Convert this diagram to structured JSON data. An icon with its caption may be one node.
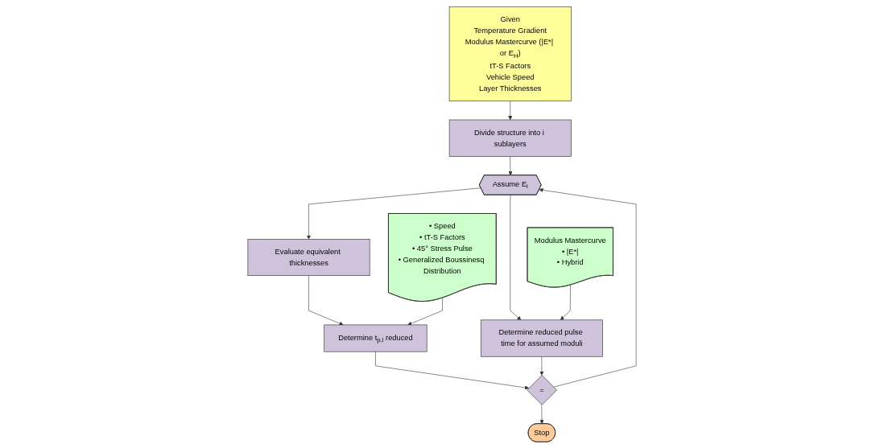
{
  "diagram": {
    "nodes": [
      {
        "text": [
          "Given",
          "Temperature Gradient",
          "Modulus Mastercurve (|E*| or E$_{H}$)",
          "tT-S Factors",
          "Vehicle Speed",
          "Layer Thicknesses"
        ]
      },
      {
        "text": [
          "Evaluate equivalent thicknesses"
        ]
      },
      {
        "text": [
          "• Speed",
          "• tT-S Factors",
          "• 45° Stress Pulse",
          "• Generalized Boussinesq Distribution"
        ]
      },
      {
        "text": [
          "Determine t$_{p,i}$ reduced"
        ]
      },
      {
        "text": [
          "Divide structure into i sublayers"
        ]
      },
      {
        "text": [
          "Assume E$_{i}$"
        ]
      },
      {
        "text": [
          "="
        ]
      },
      {
        "text": [
          "Stop"
        ]
      },
      {
        "text": [
          "Modulus Mastercurve",
          "• |E*|",
          "• Hybrid"
        ]
      },
      {
        "text": [
          "Determine reduced pulse time for assumed moduli"
        ]
      }
    ],
    "edges": [
      {
        "from": 0,
        "to": 4,
        "arrow": "to"
      },
      {
        "from": 4,
        "to": 5,
        "arrow": "to"
      },
      {
        "from": 5,
        "to": 1,
        "arrow": "to"
      },
      {
        "from": 1,
        "to": 3,
        "arrow": "to"
      },
      {
        "from": 2,
        "to": 3,
        "arrow": "to"
      },
      {
        "from": 3,
        "to": 6,
        "arrow": "to"
      },
      {
        "from": 6,
        "to": 5,
        "arrow": "to"
      },
      {
        "from": 6,
        "to": 7,
        "arrow": "to"
      },
      {
        "from": 5,
        "to": 9,
        "arrow": "to"
      },
      {
        "from": 8,
        "to": 9,
        "arrow": "to"
      },
      {
        "from": 9,
        "to": 6,
        "arrow": "to"
      }
    ]
  }
}
